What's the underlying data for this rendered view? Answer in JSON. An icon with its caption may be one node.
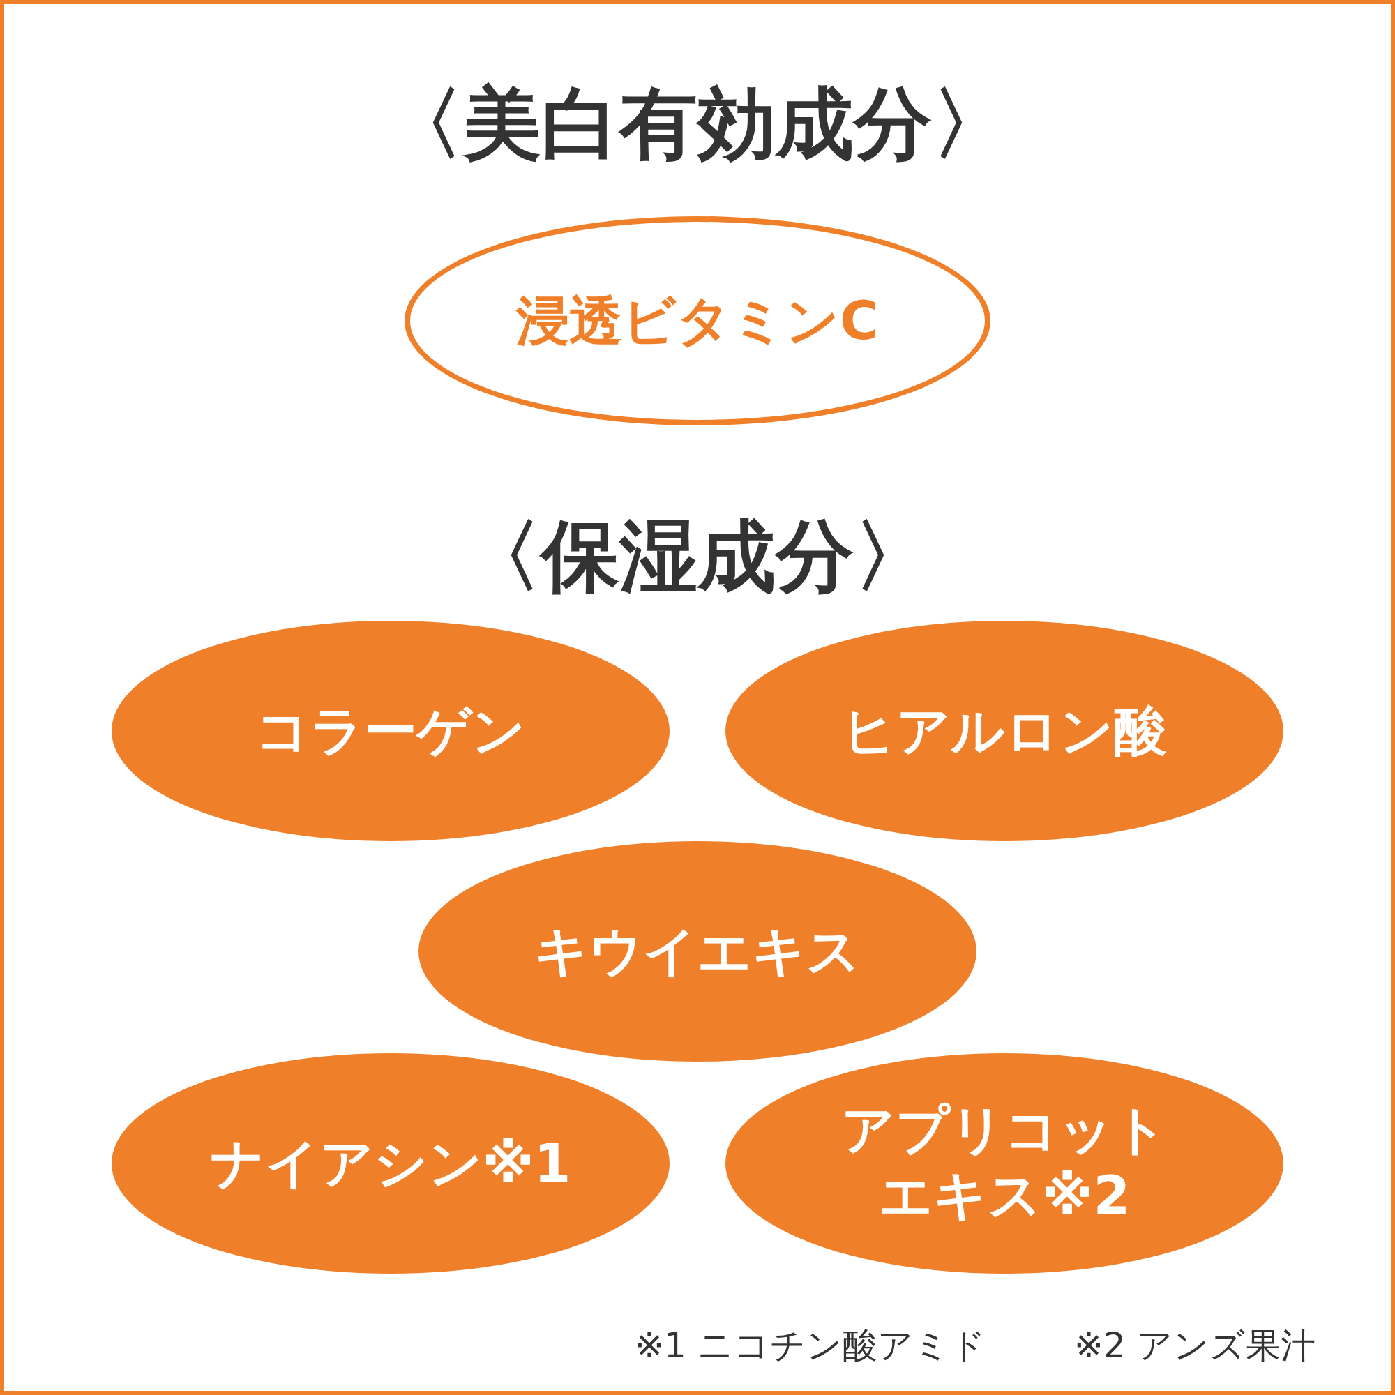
{
  "diagram": {
    "title": "〈美白有効成分〉",
    "nodes": [
      {
        "text": [
          "浸透ビタミンC"
        ]
      },
      {
        "text": [
          "コラーゲン"
        ]
      },
      {
        "text": [
          "ヒアルロン酸"
        ]
      },
      {
        "text": [
          "キウイエキス"
        ]
      },
      {
        "text": [
          "ナイアシン※1"
        ]
      },
      {
        "text": [
          "アプリコットエキス※2"
        ]
      }
    ],
    "labels": [
      "〈保湿成分〉",
      "※1 ニコチン酸アミド",
      "※2 アンズ果汁"
    ]
  }
}
